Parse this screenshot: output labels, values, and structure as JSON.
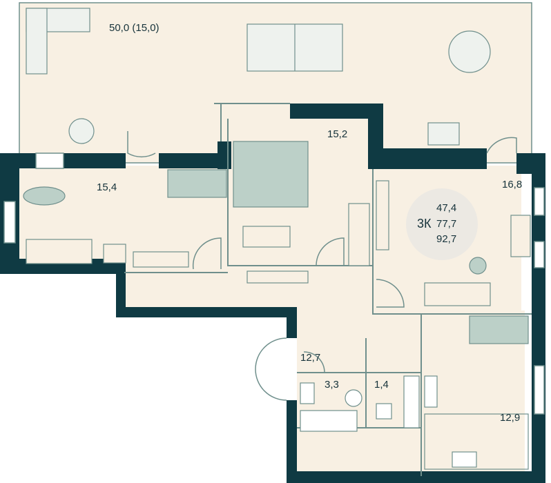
{
  "colors": {
    "wall": "#0f3a43",
    "floor": "#f8f0e3",
    "furniture": "#bcd0c8",
    "line": "#6f8f8c"
  },
  "rooms": [
    {
      "id": "terrace",
      "area": "50,0 (15,0)"
    },
    {
      "id": "living",
      "area": "15,4"
    },
    {
      "id": "bedroom",
      "area": "15,2"
    },
    {
      "id": "room",
      "area": "16,8"
    },
    {
      "id": "hall",
      "area": "12,7"
    },
    {
      "id": "bathroom",
      "area": "3,3"
    },
    {
      "id": "wc",
      "area": "1,4"
    },
    {
      "id": "kitchen",
      "area": "12,9"
    }
  ],
  "summary": {
    "living_area": "47,4",
    "type": "3К",
    "area": "77,7",
    "total": "92,7"
  }
}
